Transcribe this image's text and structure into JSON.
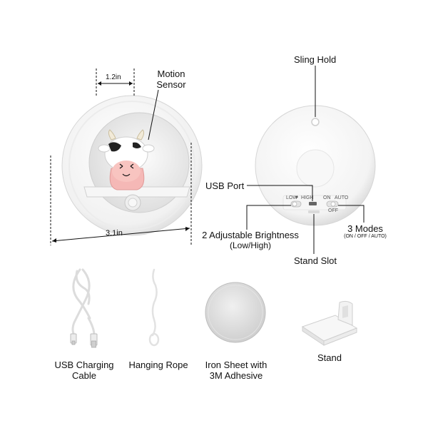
{
  "dimensions": {
    "top_width": "1.2in",
    "bottom_width": "3.1in"
  },
  "front_labels": {
    "motion_sensor_line1": "Motion",
    "motion_sensor_line2": "Sensor"
  },
  "back_labels": {
    "sling_hold": "Sling Hold",
    "usb_port": "USB Port",
    "brightness_line1": "2 Adjustable Brightness",
    "brightness_line2": "(Low/High)",
    "stand_slot": "Stand Slot",
    "modes_title": "3 Modes",
    "modes_sub": "(ON / OFF / AUTO)",
    "switch_low": "LOW",
    "switch_high": "HIGH",
    "switch_on": "ON",
    "switch_auto": "AUTO",
    "switch_off": "OFF"
  },
  "accessories": [
    {
      "label_line1": "USB Charging",
      "label_line2": "Cable",
      "icon": "usb-cable-icon"
    },
    {
      "label_line1": "Hanging Rope",
      "label_line2": "",
      "icon": "rope-icon"
    },
    {
      "label_line1": "Iron Sheet with",
      "label_line2": "3M Adhesive",
      "icon": "iron-sheet-icon"
    },
    {
      "label_line1": "Stand",
      "label_line2": "",
      "icon": "stand-icon"
    }
  ]
}
